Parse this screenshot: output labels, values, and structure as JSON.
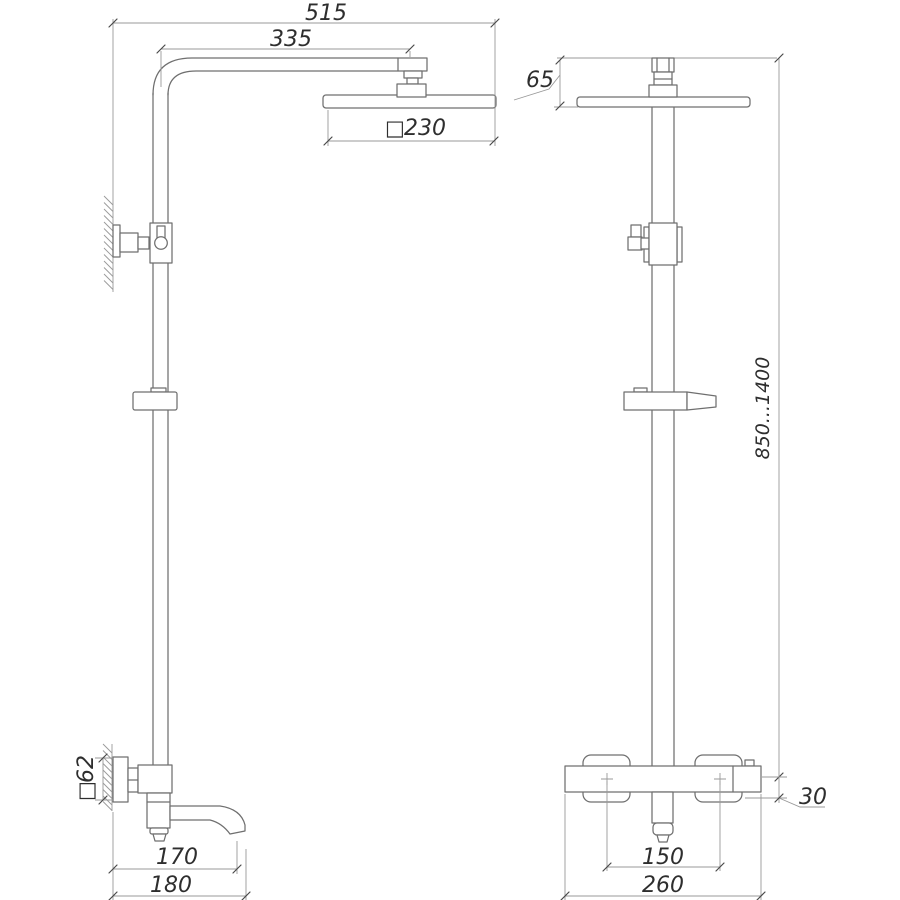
{
  "drawing": {
    "background": "#ffffff",
    "line_color": "#6f6f6f",
    "dim_line_color": "#999999",
    "text_color": "#2e2e2e",
    "symbols": {
      "square_section": "□"
    },
    "side_view": {
      "dim_overall_width": "515",
      "dim_arm_projection": "335",
      "dim_head_square": "230",
      "dim_wall_plate": "62",
      "dim_spout_reach": "170",
      "dim_spout_total": "180"
    },
    "front_view": {
      "dim_head_height": "65",
      "dim_height_range": "850...1400",
      "dim_body_offset": "30",
      "dim_inlet_centers": "150",
      "dim_body_width": "260"
    }
  }
}
